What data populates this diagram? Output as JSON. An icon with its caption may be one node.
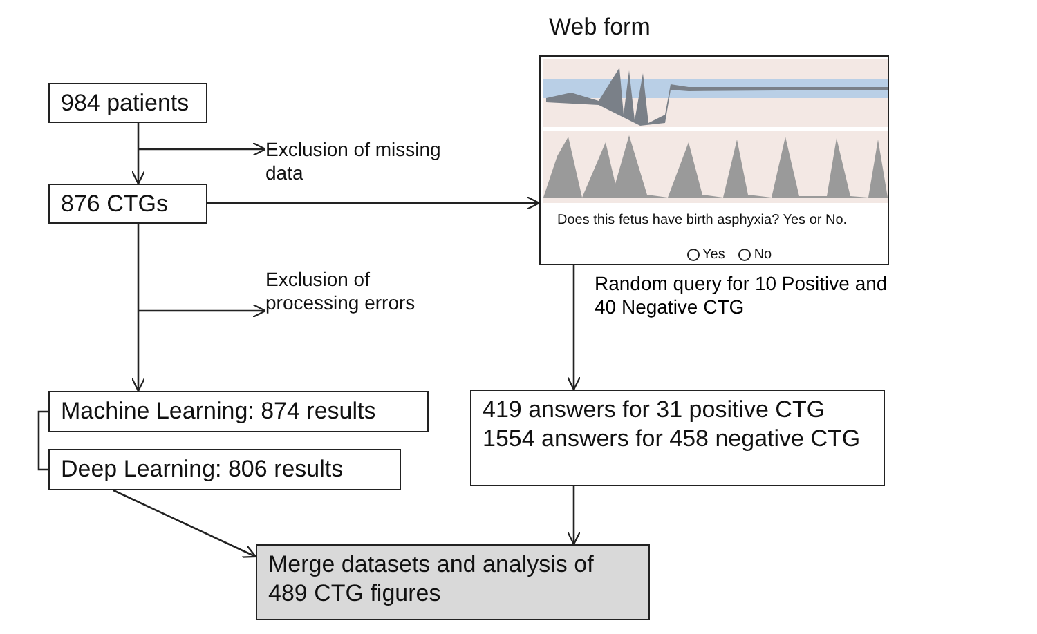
{
  "diagram": {
    "nodes": [
      {
        "text": [
          "984 patients"
        ]
      },
      {
        "text": [
          "876 CTGs"
        ]
      },
      {
        "text": [
          "Exclusion of missing data"
        ]
      },
      {
        "text": [
          "Exclusion of processing errors"
        ]
      },
      {
        "text": [
          "Web form",
          "Does this fetus have birth asphyxia? Yes or No.",
          "Yes",
          "No"
        ]
      },
      {
        "text": [
          "Machine Learning: 874 results"
        ]
      },
      {
        "text": [
          "Deep Learning: 806 results"
        ]
      },
      {
        "text": [
          "419 answers for 31 positive CTG 1554 answers for 458 negative CTG"
        ]
      },
      {
        "text": [
          "Merge datasets and analysis of 489 CTG figures"
        ]
      }
    ],
    "edges": [
      {
        "from": 0,
        "to": 1,
        "arrow": "to"
      },
      {
        "from": null,
        "to": 2,
        "arrow": "to"
      },
      {
        "from": 1,
        "to": 4,
        "arrow": "to"
      },
      {
        "from": null,
        "to": 3,
        "arrow": "to"
      },
      {
        "from": 1,
        "to": 5,
        "arrow": "to"
      },
      {
        "from": 5,
        "to": 6,
        "arrow": "none"
      },
      {
        "from": 4,
        "to": 7,
        "arrow": "to",
        "label": "Random query for 10 Positive and 40 Negative CTG"
      },
      {
        "from": 6,
        "to": 8,
        "arrow": "to"
      },
      {
        "from": 7,
        "to": 8,
        "arrow": "to"
      }
    ]
  }
}
